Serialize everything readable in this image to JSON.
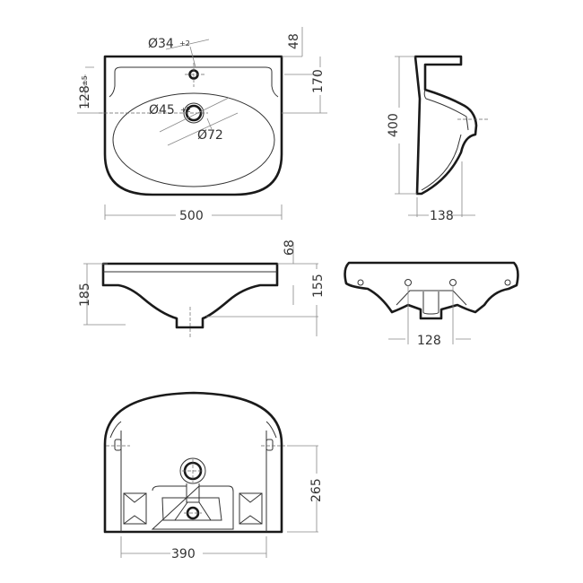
{
  "top_view": {
    "tap_hole_diameter": "Ø34",
    "tap_hole_tol": "+2",
    "drain_diameter": "Ø45",
    "drain_tol": "+2",
    "drain_outer": "Ø72",
    "width": "500",
    "depth_back": "48",
    "depth_tap": "170",
    "drain_offset": "128",
    "drain_offset_tol": "±5"
  },
  "side_view": {
    "height": "400",
    "depth": "138"
  },
  "front_view": {
    "top_thickness": "68",
    "bowl_depth": "155",
    "total_height": "185"
  },
  "rear_view": {
    "mount_spacing": "128"
  },
  "bottom_view": {
    "depth": "265",
    "width": "390"
  }
}
